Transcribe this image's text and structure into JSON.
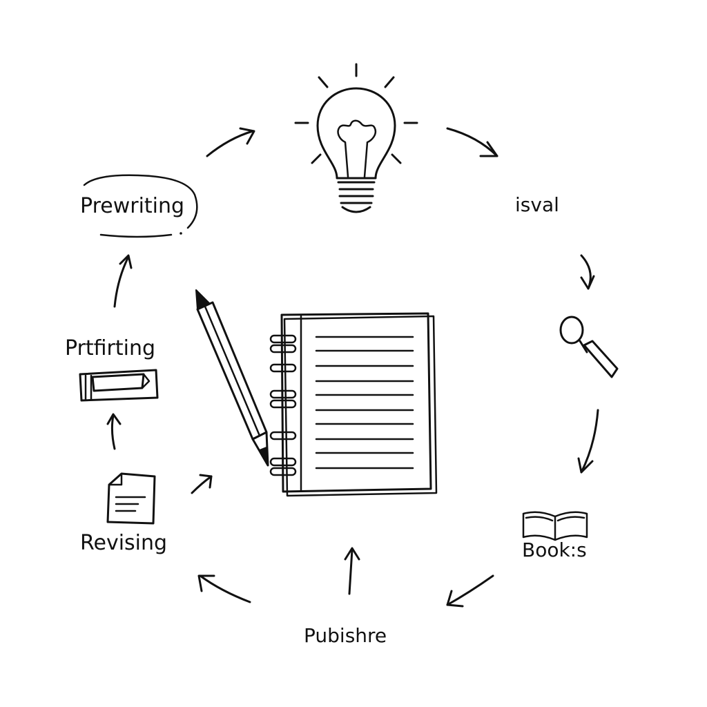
{
  "labels": {
    "prewriting": "Prewriting",
    "isval": "isval",
    "prtfirting": "Prtfirting",
    "revising": "Revising",
    "books": "Book:s",
    "publishre": "Pubishre"
  },
  "icons": [
    "lightbulb-icon",
    "magnifying-glass-icon",
    "open-book-icon",
    "folder-icon",
    "document-icon",
    "notebook-icon",
    "pencil-icon"
  ],
  "colors": {
    "ink": "#111111",
    "background": "#ffffff"
  }
}
